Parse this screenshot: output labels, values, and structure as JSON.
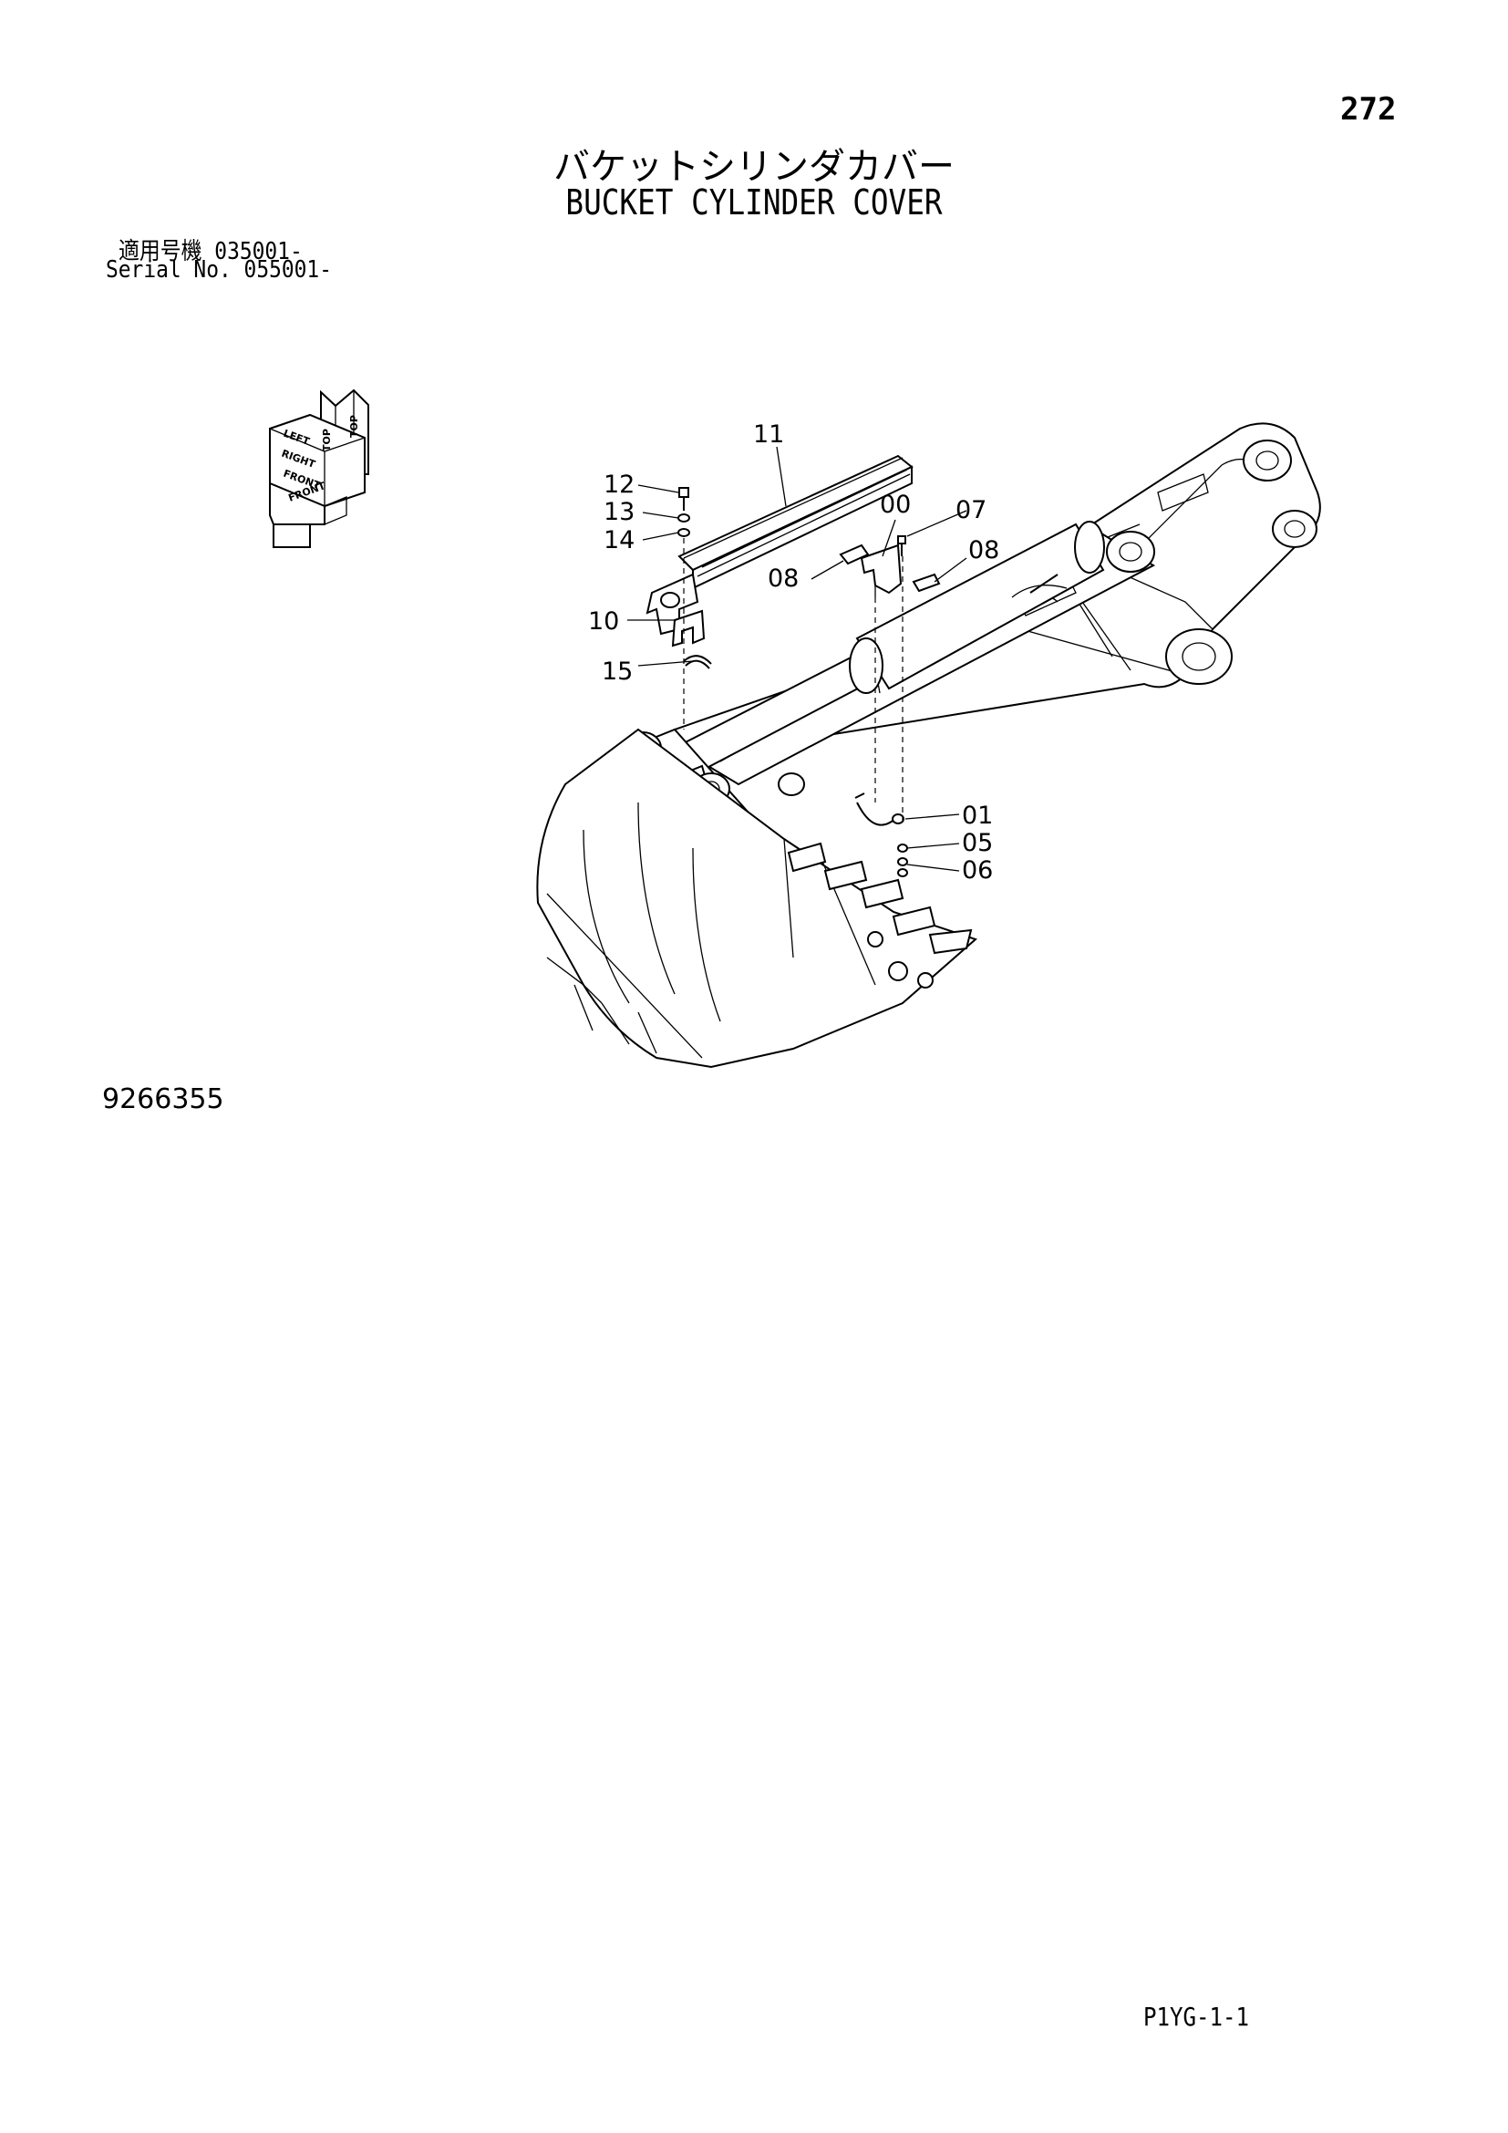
{
  "header": {
    "page_number": "272",
    "title_jp": "バケットシリンダカバー",
    "title_en": "BUCKET CYLINDER COVER"
  },
  "applicability": {
    "serial_jp_label": "適用号機",
    "serial_jp_value": "035001-",
    "serial_en_label": "Serial No.",
    "serial_en_value": "055001-"
  },
  "orientation_indicator": {
    "labels": [
      "TOP",
      "TOP",
      "LEFT",
      "RIGHT",
      "FRONT",
      "FRONT"
    ]
  },
  "callouts": [
    "11",
    "12",
    "13",
    "14",
    "00",
    "07",
    "08",
    "08",
    "10",
    "15",
    "01",
    "05",
    "06"
  ],
  "drawing_number": "9266355",
  "footer_code": "P1YG-1-1"
}
